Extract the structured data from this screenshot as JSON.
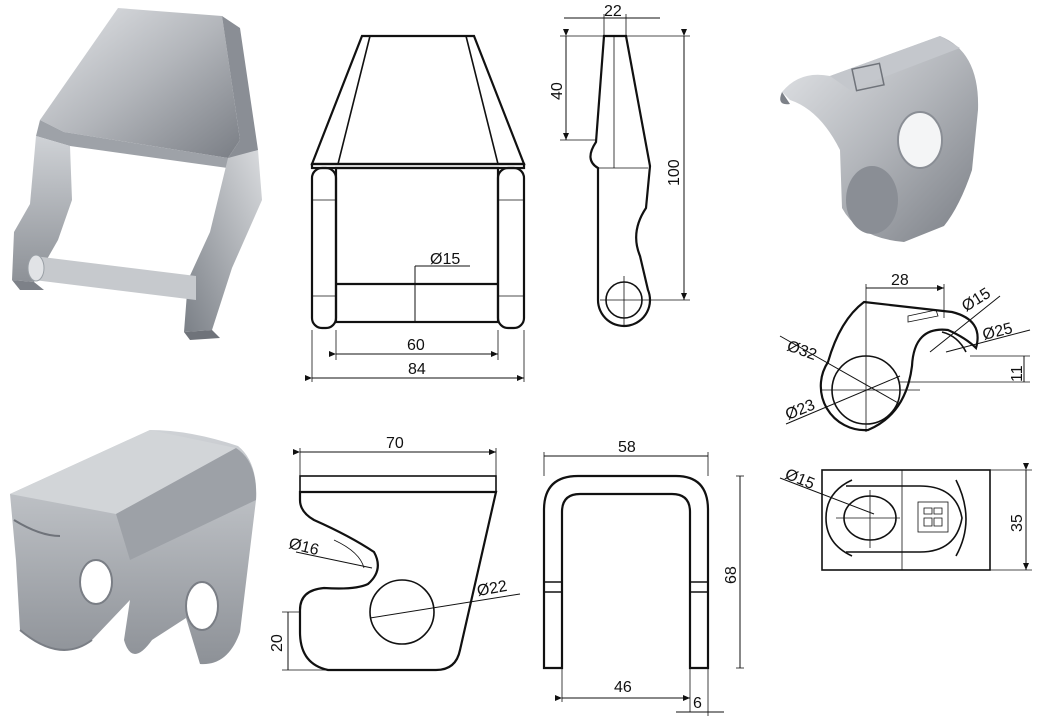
{
  "dimensions": {
    "top_front_width_inner": "60",
    "top_front_width_outer": "84",
    "top_front_pin_dia": "Ø15",
    "side_width": "22",
    "side_top_height": "40",
    "side_total_height": "100",
    "right_top_width": "28",
    "right_dia_32": "Ø32",
    "right_dia_15": "Ø15",
    "right_dia_25": "Ø25",
    "right_dia_23": "Ø23",
    "right_offset": "11",
    "right_plan_dia": "Ø15",
    "right_plan_height": "35",
    "bottom_plate_width": "70",
    "bottom_plate_dia_16": "Ø16",
    "bottom_plate_dia_22": "Ø22",
    "bottom_plate_height": "20",
    "bottom_u_width": "58",
    "bottom_u_height": "68",
    "bottom_u_inner": "46",
    "bottom_u_thickness": "6"
  },
  "colors": {
    "render_light": "#d7d9dc",
    "render_mid": "#a9acb1",
    "render_dark": "#6f737a",
    "line": "#111111"
  }
}
